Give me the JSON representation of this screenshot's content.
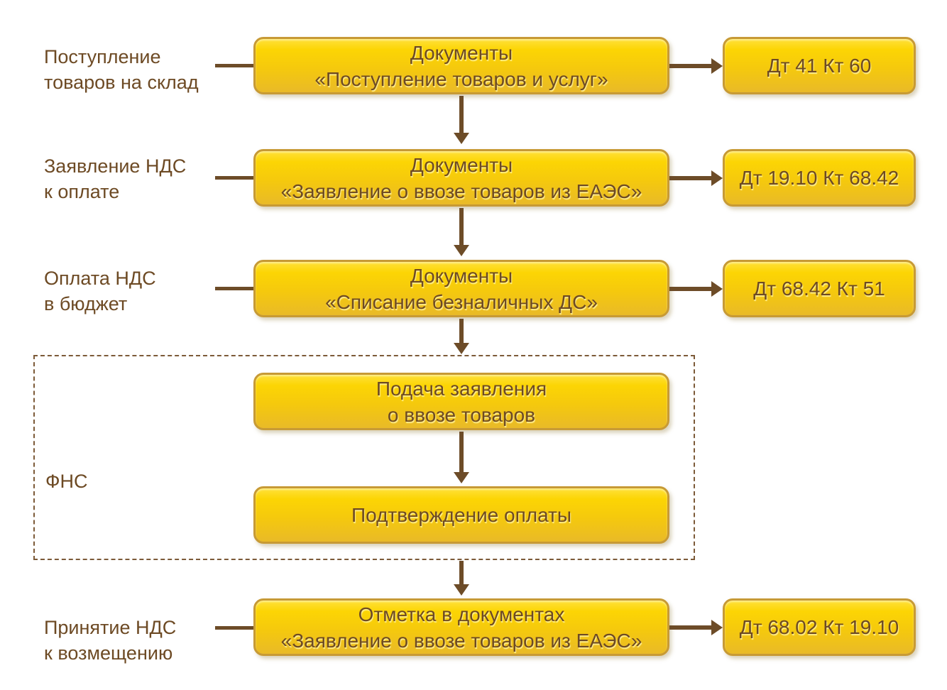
{
  "colors": {
    "node_fill_top": "#fcd504",
    "node_fill_bottom": "#e9ba28",
    "node_border": "#c79a35",
    "text_brown": "#6d4a24",
    "arrow_brown": "#6d4c28",
    "group_border": "#7c5a38"
  },
  "flow": {
    "group_label": "ФНС",
    "steps": [
      {
        "side_label": "Поступление\nтоваров на склад",
        "box": "Документы\n«Поступление товаров и услуг»",
        "posting": "Дт 41 Кт 60"
      },
      {
        "side_label": "Заявление НДС\nк оплате",
        "box": "Документы\n«Заявление о ввозе товаров из ЕАЭС»",
        "posting": "Дт 19.10 Кт 68.42"
      },
      {
        "side_label": "Оплата НДС\nв бюджет",
        "box": "Документы\n«Списание безналичных ДС»",
        "posting": "Дт 68.42 Кт 51"
      },
      {
        "box": "Подача заявления\nо ввозе товаров"
      },
      {
        "box": "Подтверждение оплаты"
      },
      {
        "side_label": "Принятие НДС\nк возмещению",
        "box": "Отметка в документах\n«Заявление о ввозе товаров из ЕАЭС»",
        "posting": "Дт 68.02 Кт 19.10"
      }
    ]
  }
}
